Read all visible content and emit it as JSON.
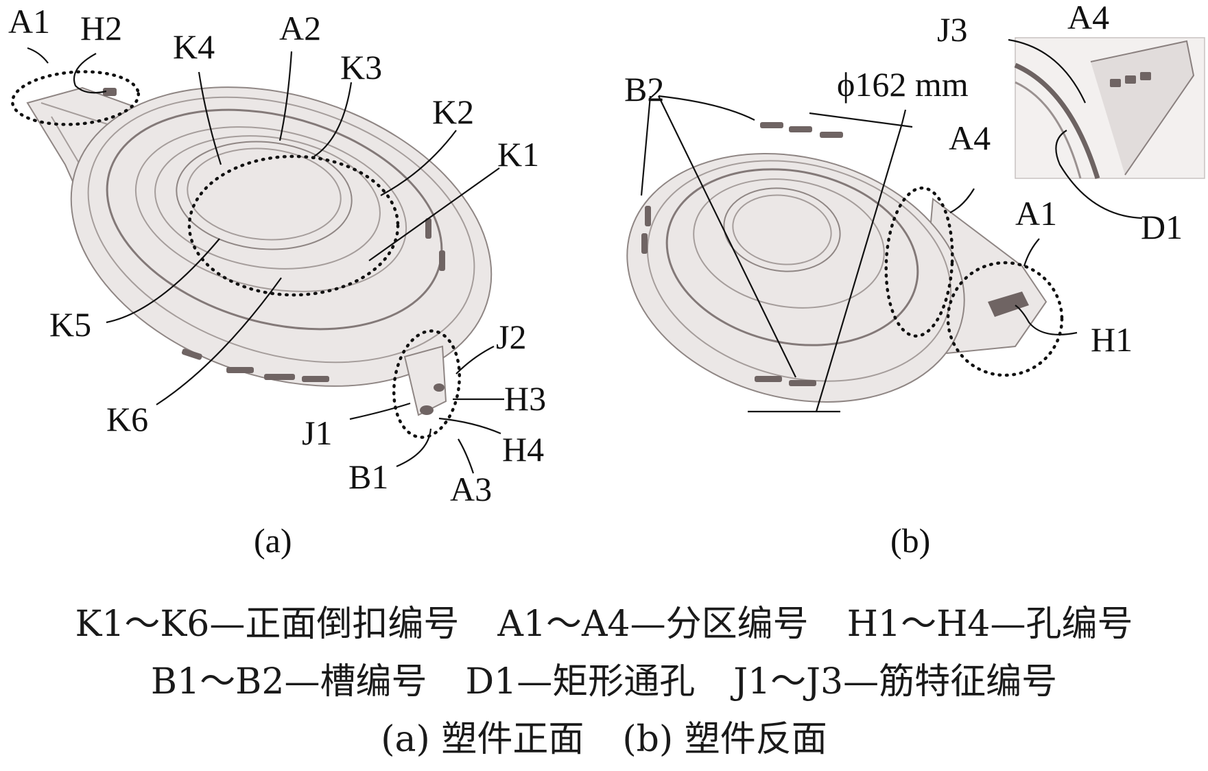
{
  "panel_a": {
    "labels": {
      "A1": "A1",
      "H2": "H2",
      "K4": "K4",
      "A2": "A2",
      "K3": "K3",
      "K2": "K2",
      "K1": "K1",
      "K5": "K5",
      "K6": "K6",
      "J2": "J2",
      "H3": "H3",
      "J1": "J1",
      "H4": "H4",
      "B1": "B1",
      "A3": "A3"
    },
    "sublabel": "(a)"
  },
  "panel_b": {
    "labels": {
      "J3": "J3",
      "A4_inset": "A4",
      "B2": "B2",
      "dimension": "ϕ162 mm",
      "A4": "A4",
      "A1": "A1",
      "D1": "D1",
      "H1": "H1"
    },
    "sublabel": "(b)"
  },
  "caption": {
    "legend_row1": [
      "K1～K6—正面倒扣编号",
      "A1～A4—分区编号",
      "H1～H4—孔编号"
    ],
    "legend_row2": [
      "B1～B2—槽编号",
      "D1—矩形通孔",
      "J1～J3—筋特征编号"
    ],
    "panels_row": [
      "(a) 塑件正面",
      "(b) 塑件反面"
    ]
  }
}
